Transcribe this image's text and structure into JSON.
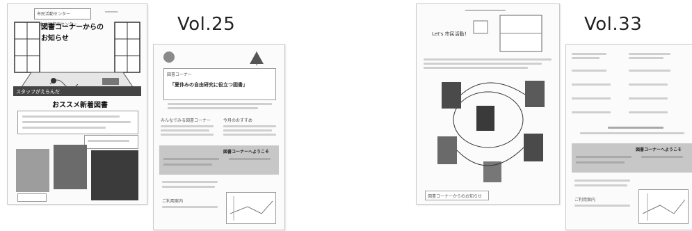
{
  "issues": [
    {
      "volume_label": "Vol.25"
    },
    {
      "volume_label": "Vol.33"
    }
  ],
  "thumbnails": {
    "vol25_cover": {
      "header_line1": "市民活動センター",
      "header_line2": "男女共同参画センター",
      "title": "図書コーナーからの",
      "subtitle": "お知らせ",
      "banner": "スタッフがえらんだ",
      "banner2": "おススメ新着図書"
    },
    "vol25_page2": {
      "heading": "「夏休みの自由研究に役立つ図書」",
      "col1": "みんなでみる図書コーナー",
      "col2": "今月のおすすめ",
      "welcome": "図書コーナーへようこそ",
      "footer": "ご利用案内"
    },
    "vol33_cover": {
      "title": "Let's 市民活動！",
      "footer": "図書コーナーからのお知らせ"
    },
    "vol33_page2": {
      "welcome": "図書コーナーへようこそ",
      "footer": "ご利用案内"
    }
  }
}
